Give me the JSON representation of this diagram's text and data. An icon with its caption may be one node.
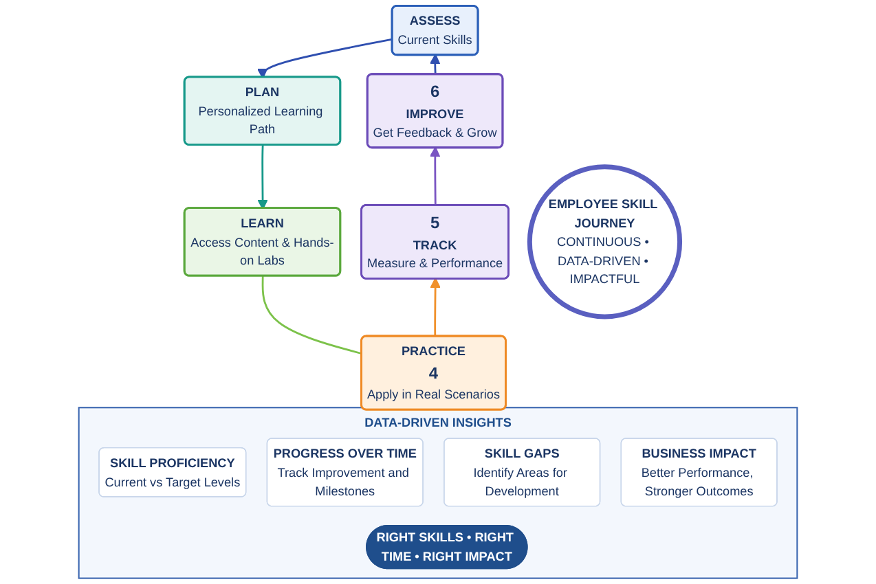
{
  "diagram": {
    "nodes": [
      {
        "text": [
          "ASSESS",
          "Current Skills"
        ]
      },
      {
        "text": [
          "PLAN",
          "Personalized Learning Path"
        ]
      },
      {
        "text": [
          "6",
          "IMPROVE",
          "Get Feedback & Grow"
        ]
      },
      {
        "text": [
          "EMPLOYEE SKILL JOURNEY",
          "CONTINUOUS • DATA-DRIVEN • IMPACTFUL"
        ]
      },
      {
        "text": [
          "LEARN",
          "Access Content & Hands-on Labs"
        ]
      },
      {
        "text": [
          "5",
          "TRACK",
          "Measure & Performance"
        ]
      },
      {
        "text": [
          "PRACTICE",
          "4",
          "Apply in Real Scenarios"
        ]
      },
      {
        "text": [
          "DATA-DRIVEN INSIGHTS"
        ]
      },
      {
        "text": [
          "SKILL PROFICIENCY",
          "Current vs Target Levels"
        ],
        "in": 7
      },
      {
        "text": [
          "PROGRESS OVER TIME",
          "Track Improvement and Milestones"
        ],
        "in": 7
      },
      {
        "text": [
          "SKILL GAPS",
          "Identify Areas for Development"
        ],
        "in": 7
      },
      {
        "text": [
          "BUSINESS IMPACT",
          "Better Performance, Stronger Outcomes"
        ],
        "in": 7
      },
      {
        "text": [
          "RIGHT SKILLS • RIGHT TIME • RIGHT IMPACT"
        ],
        "in": 7
      }
    ],
    "edges": [
      {
        "from": 0,
        "to": 1,
        "arrow": "to",
        "color": "#2f4fb0"
      },
      {
        "from": 1,
        "to": 4,
        "arrow": "to",
        "color": "#17998a"
      },
      {
        "from": 4,
        "to": 6,
        "arrow": "none",
        "color": "#7cc24a"
      },
      {
        "from": 6,
        "to": 5,
        "arrow": "to",
        "color": "#f0902a"
      },
      {
        "from": 5,
        "to": 2,
        "arrow": "to",
        "color": "#7a55c2"
      },
      {
        "from": 2,
        "to": 0,
        "arrow": "to",
        "color": "#2f4fb0"
      }
    ]
  }
}
